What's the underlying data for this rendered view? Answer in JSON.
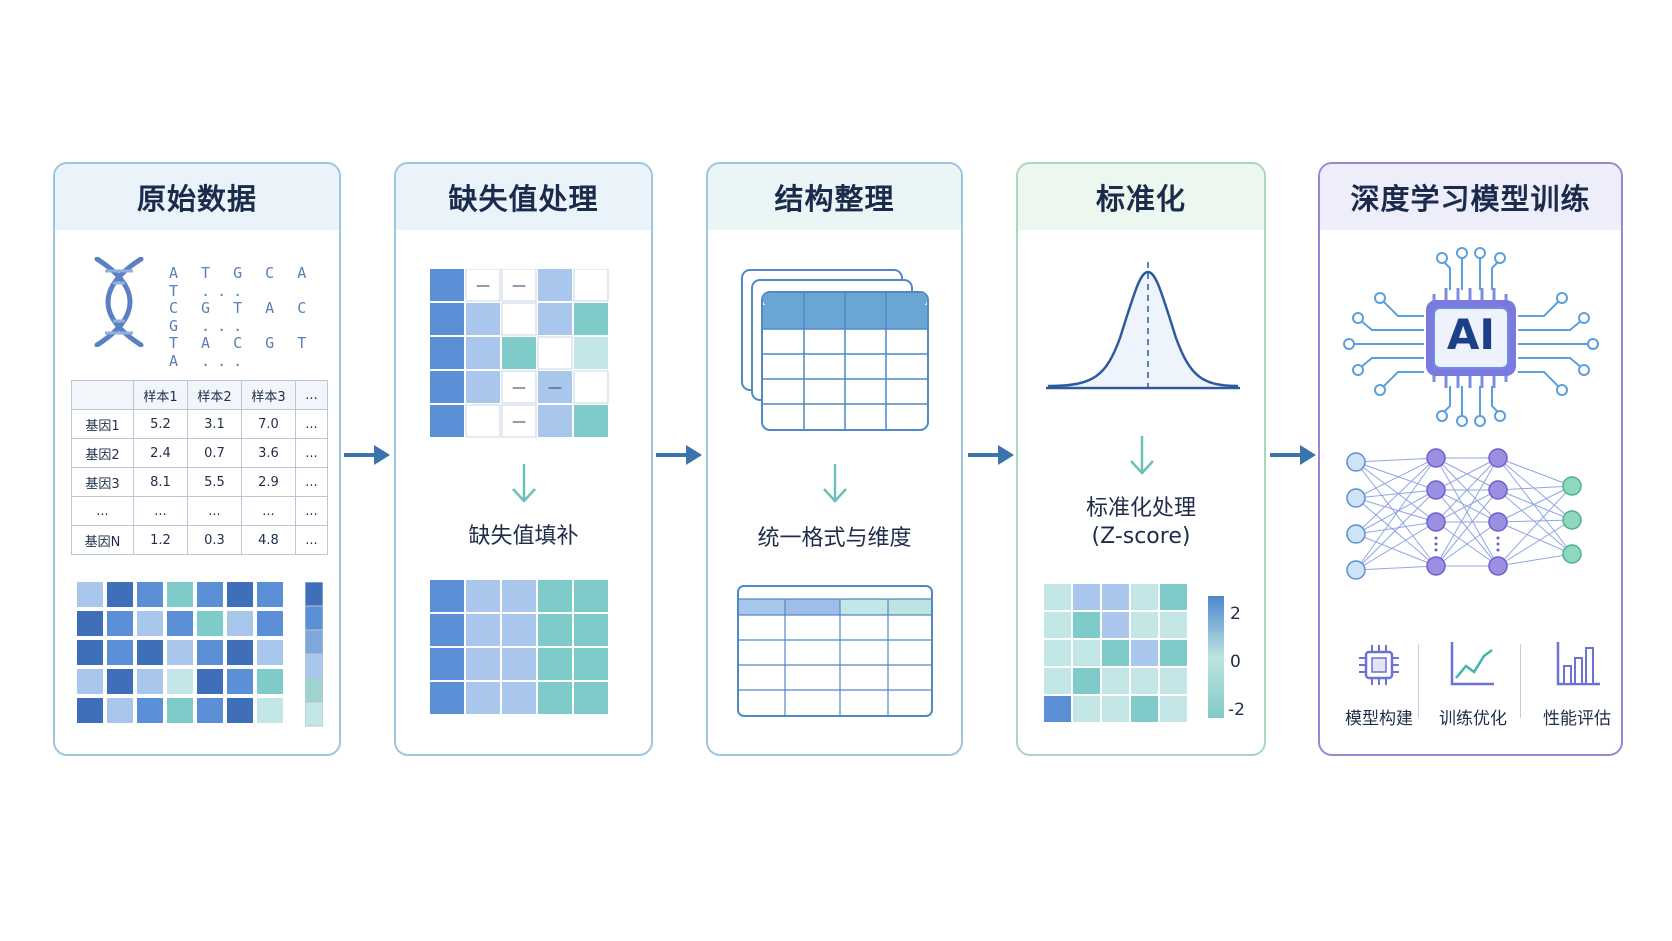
{
  "panels": [
    {
      "title": "原始数据"
    },
    {
      "title": "缺失值处理",
      "caption": "缺失值填补"
    },
    {
      "title": "结构整理",
      "caption": "统一格式与维度"
    },
    {
      "title": "标准化",
      "caption_line1": "标准化处理",
      "caption_line2": "(Z-score)"
    },
    {
      "title": "深度学习模型训练"
    }
  ],
  "dna": {
    "icon": "dna-icon",
    "rows": [
      "A T G C A T ...",
      "C G T A C G ...",
      "T A C G T A ..."
    ]
  },
  "expression_table": {
    "headers": [
      "",
      "样本1",
      "样本2",
      "样本3",
      "..."
    ],
    "rows": [
      [
        "基因1",
        "5.2",
        "3.1",
        "7.0",
        "..."
      ],
      [
        "基因2",
        "2.4",
        "0.7",
        "3.6",
        "..."
      ],
      [
        "基因3",
        "8.1",
        "5.5",
        "2.9",
        "..."
      ],
      [
        "...",
        "...",
        "...",
        "...",
        "..."
      ],
      [
        "基因N",
        "1.2",
        "0.3",
        "4.8",
        "..."
      ]
    ]
  },
  "missing_marker": "—",
  "colorbar": {
    "ticks": [
      "2",
      "0",
      "-2"
    ]
  },
  "ai": {
    "chip_label": "AI"
  },
  "model_steps": [
    {
      "label": "模型构建",
      "icon": "chip-icon"
    },
    {
      "label": "训练优化",
      "icon": "line-chart-icon"
    },
    {
      "label": "性能评估",
      "icon": "bar-chart-icon"
    }
  ],
  "colors": {
    "blue_dark": "#3f6fb8",
    "blue": "#5b8fd6",
    "blue_light": "#a9c6ec",
    "teal": "#7fcbc9",
    "teal_light": "#c3e6e6",
    "arrow": "#3b73ad",
    "purple": "#7b6fd8",
    "green": "#6cc7a7"
  }
}
